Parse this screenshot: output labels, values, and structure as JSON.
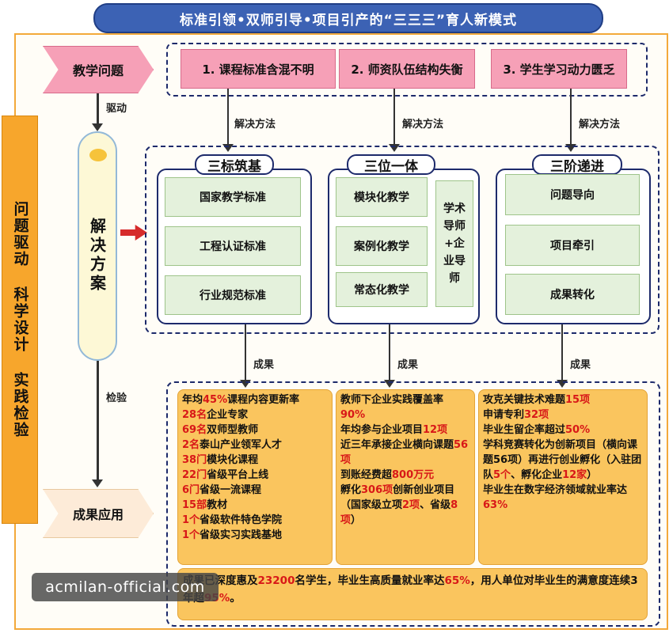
{
  "title": "标准引领•双师引导•项目引产的“三三三”育人新模式",
  "side_strip": "问题驱动 科学设计 实践检验",
  "left": {
    "problem_label": "教学问题",
    "drive_label": "驱动",
    "solution_label": "解决方案",
    "check_label": "检验",
    "result_label": "成果应用"
  },
  "problems": [
    "1. 课程标准含混不明",
    "2. 师资队伍结构失衡",
    "3. 学生学习动力匮乏"
  ],
  "method_label": "解决方法",
  "outcome_label": "成果",
  "panels": [
    {
      "header": "三标筑基",
      "items": [
        "国家教学标准",
        "工程认证标准",
        "行业规范标准"
      ]
    },
    {
      "header": "三位一体",
      "items": [
        "模块化教学",
        "案例化教学",
        "常态化教学"
      ],
      "side": "学术导师+企业导师"
    },
    {
      "header": "三阶递进",
      "items": [
        "问题导向",
        "项目牵引",
        "成果转化"
      ]
    }
  ],
  "results": {
    "col1": [
      [
        [
          "年均",
          ""
        ],
        [
          "45%",
          "red"
        ],
        [
          "课程内容更新率",
          ""
        ]
      ],
      [
        [
          "28名",
          "red"
        ],
        [
          "企业专家",
          ""
        ]
      ],
      [
        [
          "69名",
          "red"
        ],
        [
          "双师型教师",
          ""
        ]
      ],
      [
        [
          "2名",
          "red"
        ],
        [
          "泰山产业领军人才",
          ""
        ]
      ],
      [
        [
          "38门",
          "red"
        ],
        [
          "模块化课程",
          ""
        ]
      ],
      [
        [
          "22门",
          "red"
        ],
        [
          "省级平台上线",
          ""
        ]
      ],
      [
        [
          "6门",
          "red"
        ],
        [
          "省级一流课程",
          ""
        ]
      ],
      [
        [
          "15部",
          "red"
        ],
        [
          "教材",
          ""
        ]
      ],
      [
        [
          "1个",
          "red"
        ],
        [
          "省级软件特色学院",
          ""
        ]
      ],
      [
        [
          "1个",
          "red"
        ],
        [
          "省级实习实践基地",
          ""
        ]
      ]
    ],
    "col2": [
      [
        [
          "教师下企业实践覆盖率",
          ""
        ]
      ],
      [
        [
          "90%",
          "red"
        ]
      ],
      [
        [
          "年均参与企业项目",
          ""
        ],
        [
          "12项",
          "red"
        ]
      ],
      [
        [
          "近三年承接企业横向课题",
          ""
        ],
        [
          "56项",
          "red"
        ]
      ],
      [
        [
          "到账经费超",
          ""
        ],
        [
          "800万元",
          "red"
        ]
      ],
      [
        [
          "孵化",
          ""
        ],
        [
          "306项",
          "red"
        ],
        [
          "创新创业项目（国家级立项",
          ""
        ],
        [
          "2项",
          "red"
        ],
        [
          "、省级",
          ""
        ],
        [
          "8项",
          "red"
        ],
        [
          "）",
          ""
        ]
      ]
    ],
    "col3": [
      [
        [
          "攻克关键技术难题",
          ""
        ],
        [
          "15项",
          "red"
        ]
      ],
      [
        [
          "申请专利",
          ""
        ],
        [
          "32项",
          "red"
        ]
      ],
      [
        [
          "毕业生留企率超过",
          ""
        ],
        [
          "50%",
          "red"
        ]
      ],
      [
        [
          "学科竞赛转化为创新项目（横向课题56项）再进行创业孵化（入驻团队",
          ""
        ],
        [
          "5个",
          "red"
        ],
        [
          "、孵化企业",
          ""
        ],
        [
          "12家",
          "red"
        ],
        [
          "）",
          ""
        ]
      ],
      [
        [
          "毕业生在数字经济领域就业率达",
          ""
        ],
        [
          "63%",
          "red"
        ]
      ]
    ],
    "bottom": [
      [
        "成果已深度惠及",
        ""
      ],
      [
        "23200",
        "red"
      ],
      [
        "名学生，毕业生高质量就业率达",
        ""
      ],
      [
        "65%",
        "red"
      ],
      [
        "，用人单位对毕业生的满意度连续3年超",
        ""
      ],
      [
        "95%",
        "red"
      ],
      [
        "。",
        ""
      ]
    ]
  },
  "watermark": "acmilan-official.com"
}
